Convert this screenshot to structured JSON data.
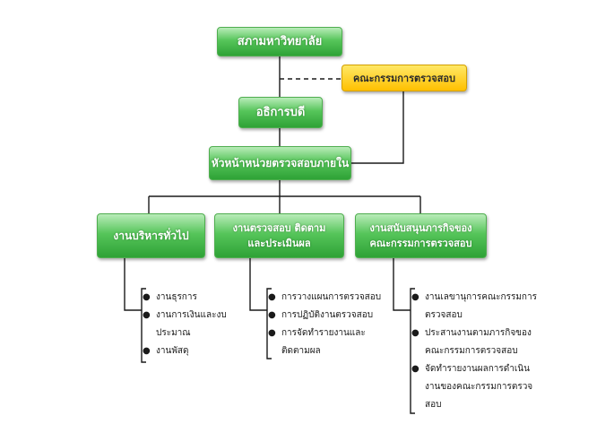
{
  "top": {
    "university": "สภามหาวิทยาลัย",
    "audit_committee": "คณะกรรมการตรวจสอบ"
  },
  "president": "อธิการบดี",
  "head": "หัวหน้าหน่วยตรวจสอบภายใน",
  "units": {
    "admin": {
      "title": "งานบริหารทั่วไป",
      "items": [
        "งานธุรการ",
        "งานการเงินและงบประมาณ",
        "งานพัสดุ"
      ]
    },
    "audit": {
      "title_l1": "งานตรวจสอบ ติดตาม",
      "title_l2": "และประเมินผล",
      "items": [
        "การวางแผนการตรวจสอบ",
        "การปฏิบัติงานตรวจสอบ",
        "การจัดทำรายงานและ ติดตามผล"
      ]
    },
    "support": {
      "title_l1": "งานสนับสนุนภารกิจของ",
      "title_l2": "คณะกรรมการตรวจสอบ",
      "items": [
        "งานเลขานุการคณะกรรมการตรวจสอบ",
        "ประสานงานตามภารกิจของคณะกรรมการตรวจสอบ",
        "จัดทำรายงานผลการดำเนินงานของคณะกรรมการตรวจสอบ"
      ]
    }
  },
  "bullet": "●"
}
